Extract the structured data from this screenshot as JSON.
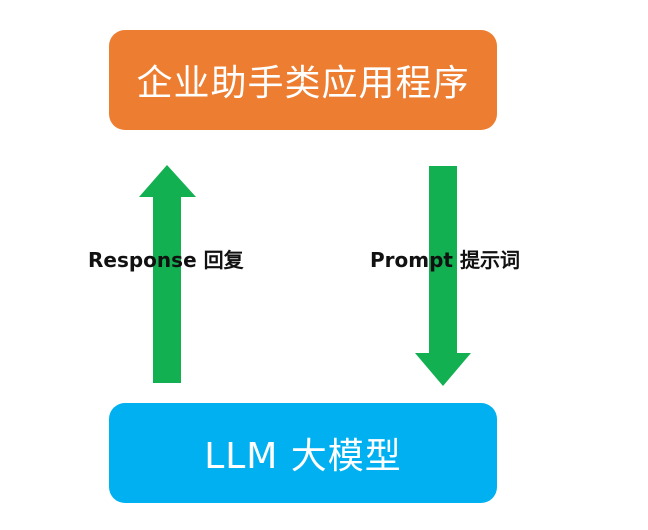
{
  "diagram": {
    "top_box": {
      "label": "企业助手类应用程序",
      "color": "#ED7D31"
    },
    "bottom_box": {
      "label": "LLM 大模型",
      "color": "#00B0F0"
    },
    "arrow_color": "#12B050",
    "edges": [
      {
        "from": "LLM 大模型",
        "to": "企业助手类应用程序",
        "direction": "up",
        "label": "Response 回复"
      },
      {
        "from": "企业助手类应用程序",
        "to": "LLM 大模型",
        "direction": "down",
        "label": "Prompt 提示词"
      }
    ]
  }
}
